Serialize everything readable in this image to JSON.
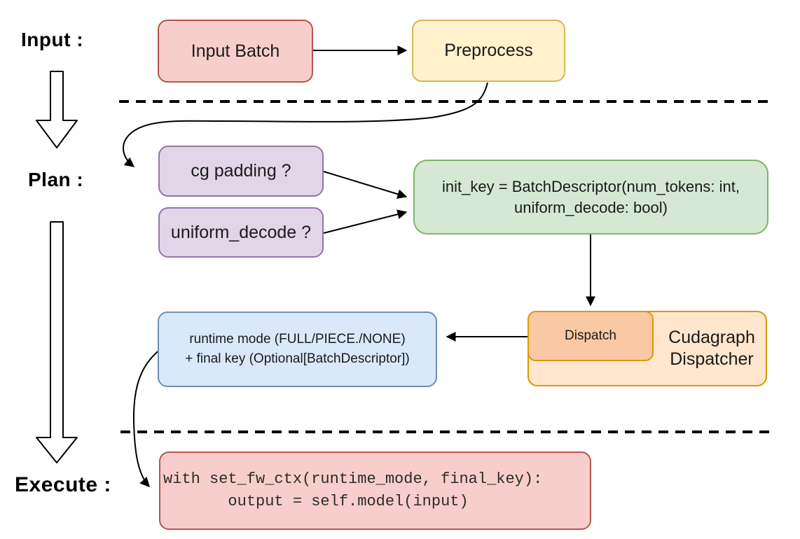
{
  "diagram": {
    "title_semantics": "cudagraph dispatch pipeline flowchart",
    "stages": {
      "input_label": "Input :",
      "plan_label": "Plan :",
      "execute_label": "Execute :"
    },
    "nodes": {
      "input_batch": {
        "label": "Input Batch",
        "fill": "#f8cecc",
        "border": "#b85450"
      },
      "preprocess": {
        "label": "Preprocess",
        "fill": "#fff2cc",
        "border": "#d6b656"
      },
      "cg_padding": {
        "label": "cg padding ?",
        "fill": "#e1d5e7",
        "border": "#9673a6"
      },
      "uniform_decode": {
        "label": "uniform_decode ?",
        "fill": "#e1d5e7",
        "border": "#9673a6"
      },
      "init_key": {
        "line1": "init_key = BatchDescriptor(num_tokens: int,",
        "line2": "uniform_decode: bool)",
        "fill": "#d5e8d4",
        "border": "#82b366"
      },
      "dispatch": {
        "label": "Dispatch",
        "fill": "#f8c9a4",
        "border": "#d79b00"
      },
      "cudagraph_dispatcher": {
        "line1": "Cudagraph",
        "line2": "Dispatcher",
        "fill": "#ffe6cc",
        "border": "#d79b00"
      },
      "runtime_mode": {
        "line1": "runtime mode (FULL/PIECE./NONE)",
        "line2": "+ final key (Optional[BatchDescriptor])",
        "fill": "#dae8fc",
        "border": "#6c8ebf"
      },
      "execute_code": {
        "line1": "with set_fw_ctx(runtime_mode, final_key):",
        "line2": "       output = self.model(input)",
        "fill": "#f8cecc",
        "border": "#b85450"
      }
    },
    "connector_color": "#000000"
  }
}
